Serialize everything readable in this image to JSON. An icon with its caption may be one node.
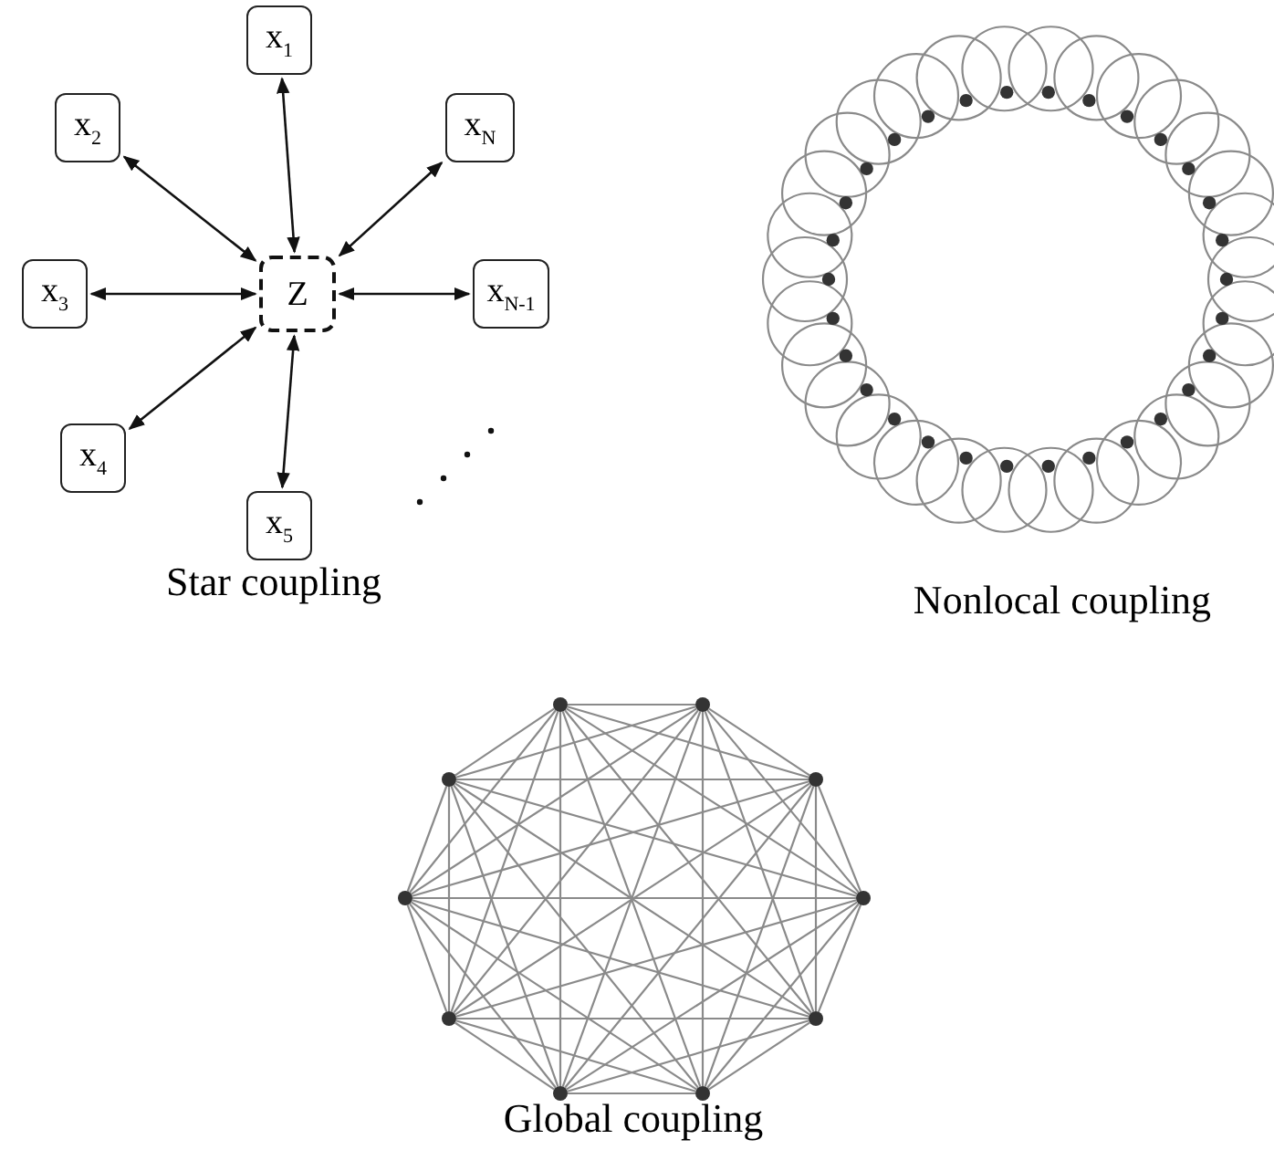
{
  "diagram": {
    "nodes": [
      {
        "text": [
          "x$_{1}$"
        ]
      },
      {
        "text": [
          "x$_{2}$"
        ]
      },
      {
        "text": [
          "x$_{N}$"
        ]
      },
      {
        "text": [
          "x$_{3}$"
        ]
      },
      {
        "text": [
          "Z"
        ]
      },
      {
        "text": [
          "x$_{N-1}$"
        ]
      },
      {
        "text": [
          "x$_{4}$"
        ]
      },
      {
        "text": [
          "x$_{5}$"
        ]
      },
      {
        "text": [],
        "shape": "circle"
      },
      {
        "text": [],
        "shape": "circle"
      },
      {
        "text": [],
        "shape": "circle"
      },
      {
        "text": [],
        "shape": "circle"
      },
      {
        "text": [],
        "shape": "circle"
      },
      {
        "text": [],
        "shape": "circle"
      },
      {
        "text": [],
        "shape": "circle"
      },
      {
        "text": [],
        "shape": "circle"
      },
      {
        "text": [],
        "shape": "circle"
      },
      {
        "text": [],
        "shape": "circle"
      }
    ],
    "edges": [
      {
        "from": 4,
        "to": 0,
        "arrow": "both",
        "color": "#111111"
      },
      {
        "from": 4,
        "to": 1,
        "arrow": "both",
        "color": "#111111"
      },
      {
        "from": 4,
        "to": 2,
        "arrow": "both",
        "color": "#111111"
      },
      {
        "from": 4,
        "to": 3,
        "arrow": "both",
        "color": "#111111"
      },
      {
        "from": 4,
        "to": 5,
        "arrow": "both",
        "color": "#111111"
      },
      {
        "from": 4,
        "to": 6,
        "arrow": "both",
        "color": "#111111"
      },
      {
        "from": 4,
        "to": 7,
        "arrow": "both",
        "color": "#111111"
      },
      {
        "from": 8,
        "to": 9,
        "arrow": "none"
      },
      {
        "from": 8,
        "to": 10,
        "arrow": "none"
      },
      {
        "from": 8,
        "to": 11,
        "arrow": "none"
      },
      {
        "from": 8,
        "to": 12,
        "arrow": "none"
      },
      {
        "from": 8,
        "to": 13,
        "arrow": "none"
      },
      {
        "from": 8,
        "to": 14,
        "arrow": "none"
      },
      {
        "from": 8,
        "to": 15,
        "arrow": "none"
      },
      {
        "from": 8,
        "to": 16,
        "arrow": "none"
      },
      {
        "from": 8,
        "to": 17,
        "arrow": "none"
      },
      {
        "from": 9,
        "to": 10,
        "arrow": "none"
      },
      {
        "from": 9,
        "to": 11,
        "arrow": "none"
      },
      {
        "from": 9,
        "to": 12,
        "arrow": "none"
      },
      {
        "from": 9,
        "to": 13,
        "arrow": "none"
      },
      {
        "from": 9,
        "to": 14,
        "arrow": "none"
      },
      {
        "from": 9,
        "to": 15,
        "arrow": "none"
      },
      {
        "from": 9,
        "to": 16,
        "arrow": "none"
      },
      {
        "from": 9,
        "to": 17,
        "arrow": "none"
      },
      {
        "from": 10,
        "to": 11,
        "arrow": "none"
      },
      {
        "from": 10,
        "to": 12,
        "arrow": "none"
      },
      {
        "from": 10,
        "to": 13,
        "arrow": "none"
      },
      {
        "from": 10,
        "to": 14,
        "arrow": "none"
      },
      {
        "from": 10,
        "to": 15,
        "arrow": "none"
      },
      {
        "from": 10,
        "to": 16,
        "arrow": "none"
      },
      {
        "from": 10,
        "to": 17,
        "arrow": "none"
      },
      {
        "from": 11,
        "to": 12,
        "arrow": "none"
      },
      {
        "from": 11,
        "to": 13,
        "arrow": "none"
      },
      {
        "from": 11,
        "to": 14,
        "arrow": "none"
      },
      {
        "from": 11,
        "to": 15,
        "arrow": "none"
      },
      {
        "from": 11,
        "to": 16,
        "arrow": "none"
      },
      {
        "from": 11,
        "to": 17,
        "arrow": "none"
      },
      {
        "from": 12,
        "to": 13,
        "arrow": "none"
      },
      {
        "from": 12,
        "to": 14,
        "arrow": "none"
      },
      {
        "from": 12,
        "to": 15,
        "arrow": "none"
      },
      {
        "from": 12,
        "to": 16,
        "arrow": "none"
      },
      {
        "from": 12,
        "to": 17,
        "arrow": "none"
      },
      {
        "from": 13,
        "to": 14,
        "arrow": "none"
      },
      {
        "from": 13,
        "to": 15,
        "arrow": "none"
      },
      {
        "from": 13,
        "to": 16,
        "arrow": "none"
      },
      {
        "from": 13,
        "to": 17,
        "arrow": "none"
      },
      {
        "from": 14,
        "to": 15,
        "arrow": "none"
      },
      {
        "from": 14,
        "to": 16,
        "arrow": "none"
      },
      {
        "from": 14,
        "to": 17,
        "arrow": "none"
      },
      {
        "from": 15,
        "to": 16,
        "arrow": "none"
      },
      {
        "from": 15,
        "to": 17,
        "arrow": "none"
      },
      {
        "from": 16,
        "to": 17,
        "arrow": "none"
      }
    ],
    "labels": [
      "Star coupling",
      "Nonlocal coupling",
      "Global coupling"
    ]
  }
}
